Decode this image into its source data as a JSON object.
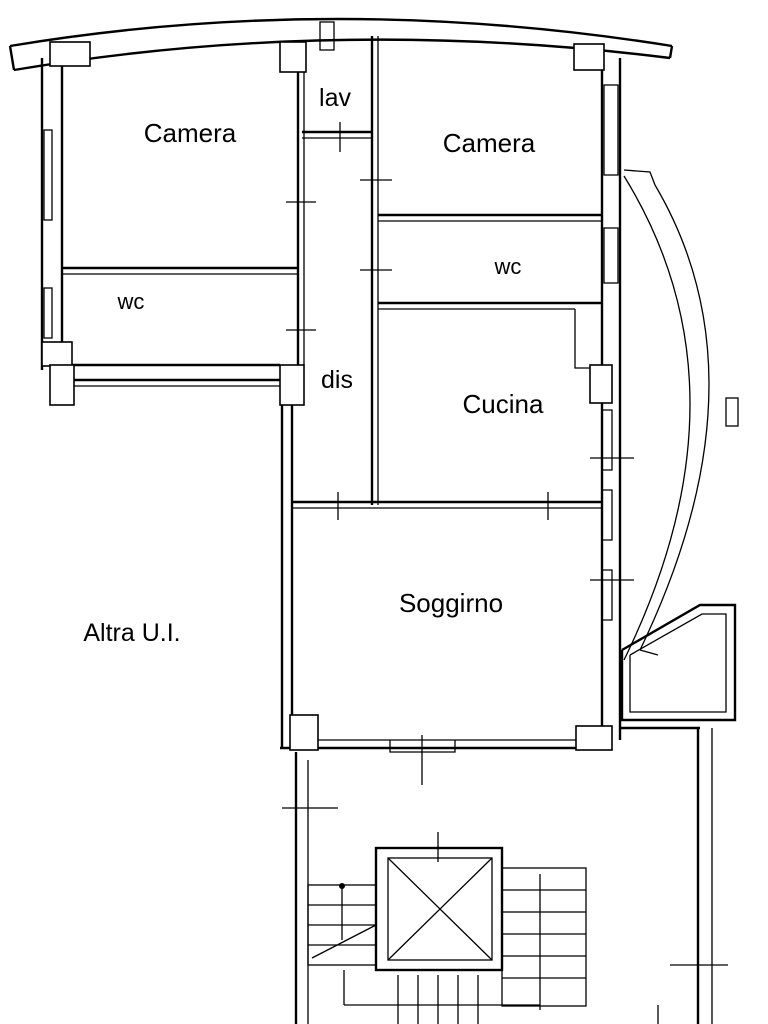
{
  "rooms": {
    "camera_left": "Camera",
    "lav": "lav",
    "camera_right": "Camera",
    "wc_left": "wc",
    "wc_right": "wc",
    "dis": "dis",
    "cucina": "Cucina",
    "soggiorno": "Soggirno",
    "altra": "Altra U.I."
  },
  "colors": {
    "line": "#000000",
    "background": "#ffffff"
  }
}
